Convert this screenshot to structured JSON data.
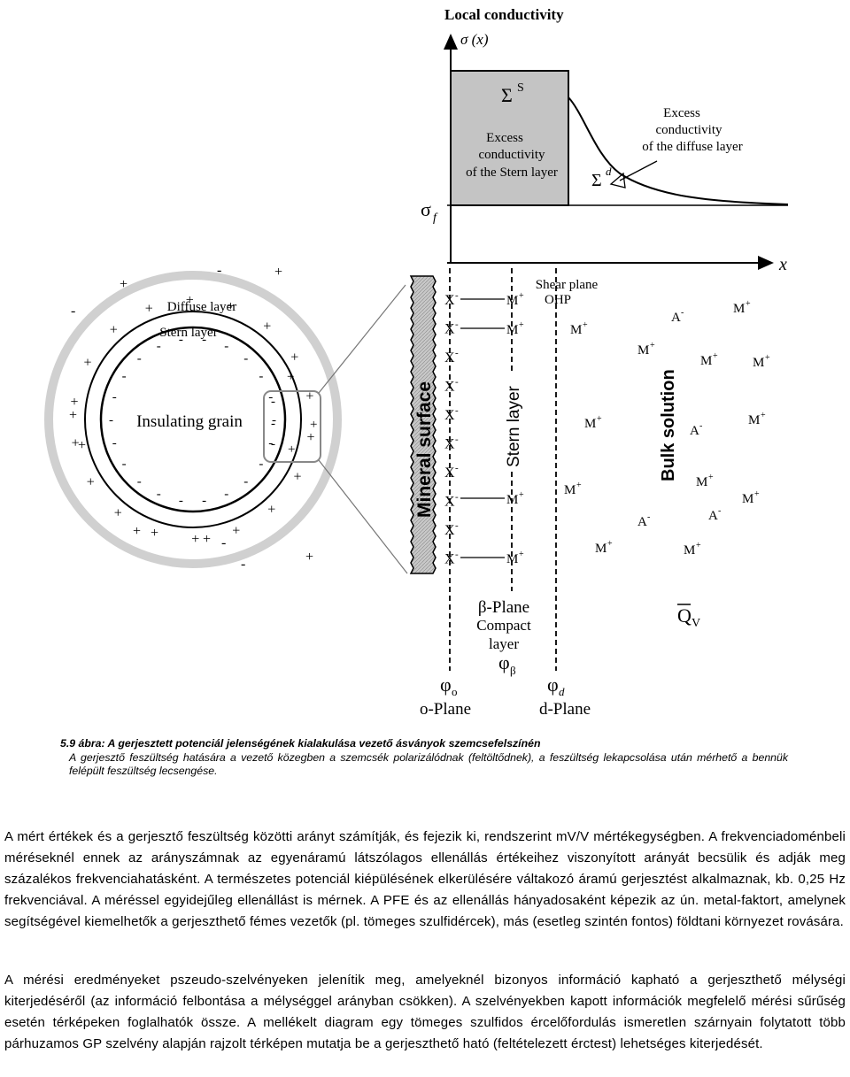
{
  "figure": {
    "axis": {
      "y_label": "Local conductivity",
      "y_symbol": "σ (x)",
      "x_symbol": "x",
      "sigma_f": "σ",
      "sigma_f_sub": "f"
    },
    "stern_box": {
      "symbol": "Σ",
      "symbol_sup": "S",
      "line1": "Excess",
      "line2": "conductivity",
      "line3": "of the Stern layer"
    },
    "diffuse_note": {
      "symbol": "Σ",
      "symbol_sup": "d",
      "line1": "Excess",
      "line2": "conductivity",
      "line3": "of the diffuse layer"
    },
    "grain": {
      "diffuse_layer": "Diffuse layer",
      "stern_layer": "Stern layer",
      "insulating_grain": "Insulating grain",
      "plus": "+",
      "minus": "-"
    },
    "layers": {
      "mineral_surface": "Mineral surface",
      "stern_layer": "Stern layer",
      "bulk_solution": "Bulk solution",
      "shear_plane_line1": "Shear plane",
      "shear_plane_line2": "OHP",
      "x_minus": "X",
      "m_plus": "M",
      "a_minus": "A",
      "sup_minus": "-",
      "sup_plus": "+",
      "q_v": "Q",
      "q_v_sub": "V"
    },
    "planes": {
      "beta_line1": "β-Plane",
      "beta_line2": "Compact",
      "beta_line3": "layer",
      "phi_beta": "φ",
      "phi_beta_sub": "β",
      "phi_o": "φ",
      "phi_o_sub": "o",
      "o_plane": "o-Plane",
      "phi_d": "φ",
      "phi_d_sub": "d",
      "d_plane": "d-Plane"
    }
  },
  "caption": {
    "title": "5.9 ábra: A gerjesztett potenciál jelenségének kialakulása vezető ásványok szemcsefelszínén",
    "text": "A gerjesztő feszültség hatására a vezető közegben a szemcsék polarizálódnak (feltöltődnek), a feszültség lekapcsolása után mérhető a bennük felépült feszültség lecsengése."
  },
  "paragraphs": [
    "A mért értékek és a gerjesztő feszültség közötti arányt számítják, és fejezik ki, rendszerint mV/V mértékegységben. A frekvenciadoménbeli méréseknél ennek az arányszámnak az egyenáramú látszólagos ellenállás értékeihez viszonyított arányát becsülik és adják meg százalékos frekvenciahatásként. A természetes potenciál kiépülésének elkerülésére váltakozó áramú gerjesztést alkalmaznak, kb. 0,25 Hz frekvenciával. A méréssel egyidejűleg ellenállást is mérnek. A PFE és az ellenállás hányadosaként képezik az ún. metal-faktort, amelynek segítségével kiemelhetők a gerjeszthető fémes vezetők (pl. tömeges szulfidércek), más (esetleg szintén fontos) földtani környezet rovására.",
    "A mérési eredményeket pszeudo-szelvényeken jelenítik meg, amelyeknél bizonyos információ kapható a gerjeszthető mélységi kiterjedéséről (az információ felbontása a mélységgel arányban csökken). A szelvényekben kapott információk megfelelő mérési sűrűség esetén térképeken foglalhatók össze. A mellékelt diagram egy tömeges szulfidos ércelőfordulás ismeretlen szárnyain folytatott több párhuzamos GP szelvény alapján rajzolt térképen mutatja be a gerjeszthető ható (feltételezett érctest) lehetséges kiterjedését."
  ]
}
